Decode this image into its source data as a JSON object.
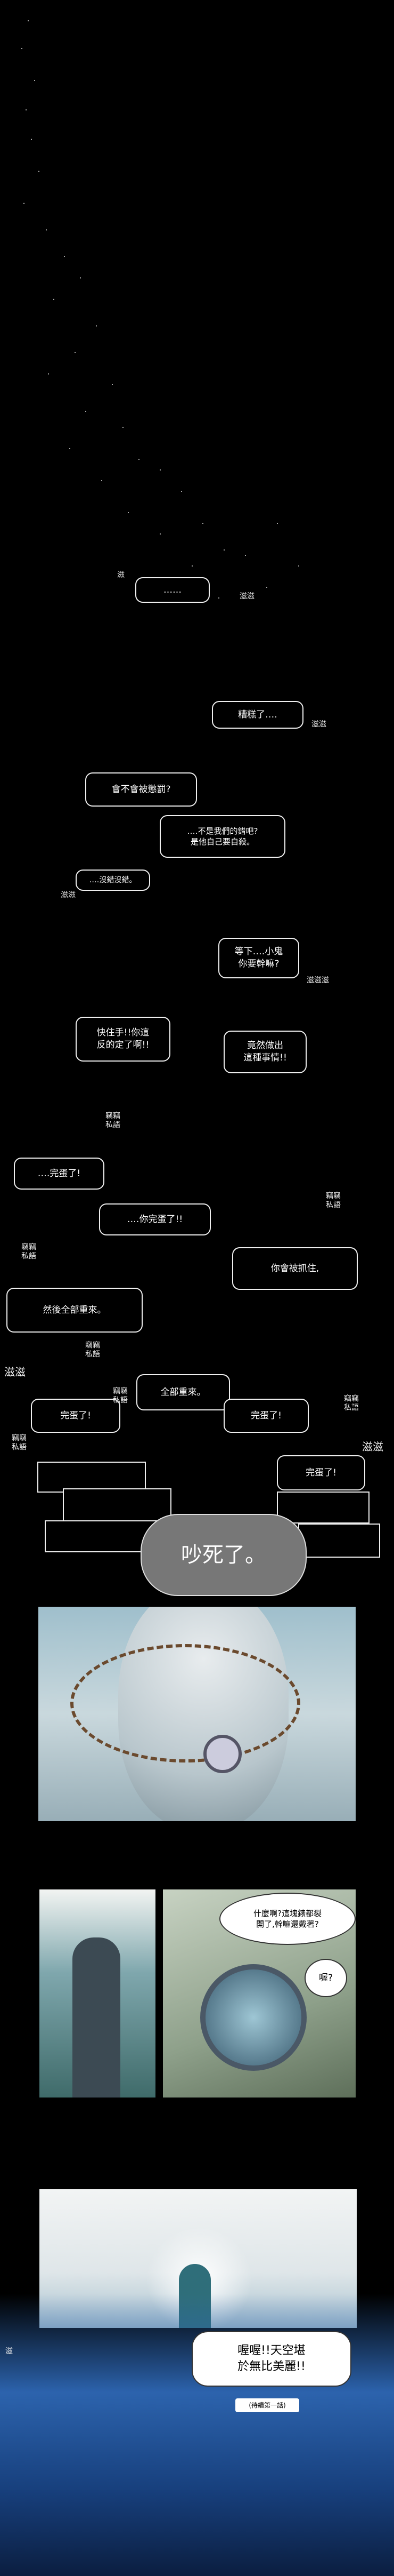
{
  "bubbles": {
    "b1": "‥‥‥",
    "b2": "糟糕了‥‥",
    "b3": "會不會被懲罰?",
    "b4": "‥‥不是我們的錯吧?\n是他自己要自殺。",
    "b5": "‥‥沒錯沒錯。",
    "b6": "等下‥‥小鬼\n你要幹嘛?",
    "b7": "快住手!!你這\n反的定了啊!!",
    "b8": "竟然做出\n這種事情!!",
    "b9": "‥‥完蛋了!",
    "b10": "‥‥你完蛋了!!",
    "b11": "你會被抓住,",
    "b12": "然後全部重來。",
    "b13": "全部重來。",
    "b14": "完蛋了!",
    "b15": "完蛋了!",
    "b16": "完蛋了!",
    "b17": "吵死了。",
    "b18": "什麼啊?這塊錶都裂\n開了,幹嘛還戴著?",
    "b19": "喔?",
    "b20": "喔喔!!天空堪\n於無比美麗!!"
  },
  "sfx": {
    "s1": "滋",
    "s2": "滋滋",
    "s3": "滋滋",
    "s4": "滋滋",
    "s5": "滋滋滋",
    "s6": "竊竊\n私語",
    "s7": "竊竊\n私語",
    "s8": "竊竊\n私語",
    "s9": "竊竊\n私語",
    "s10": "竊竊\n私語",
    "s11": "竊竊\n私語",
    "s12": "竊竊\n私語",
    "s13": "滋滋",
    "s14": "滋滋",
    "s15": "滋"
  },
  "caption": "(待續第一話)",
  "colors": {
    "background": "#000000",
    "outline": "#eeeeee",
    "panel_sky": "#8fb4c0",
    "final_gradient_top": "#e9eef0",
    "final_gradient_bottom": "#1f5ea8"
  }
}
